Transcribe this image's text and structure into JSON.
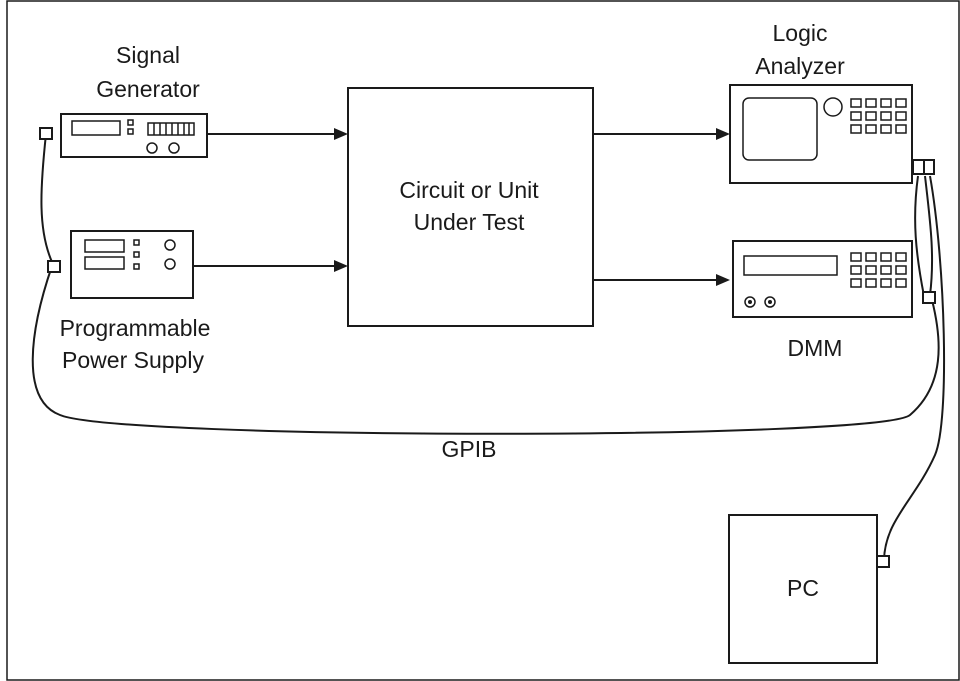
{
  "diagram": {
    "signal_generator": {
      "line1": "Signal",
      "line2": "Generator"
    },
    "power_supply": {
      "line1": "Programmable",
      "line2": "Power Supply"
    },
    "logic_analyzer": {
      "line1": "Logic",
      "line2": "Analyzer"
    },
    "dmm": {
      "label": "DMM"
    },
    "dut": {
      "line1": "Circuit or Unit",
      "line2": "Under Test"
    },
    "bus": {
      "label": "GPIB"
    },
    "pc": {
      "label": "PC"
    }
  }
}
